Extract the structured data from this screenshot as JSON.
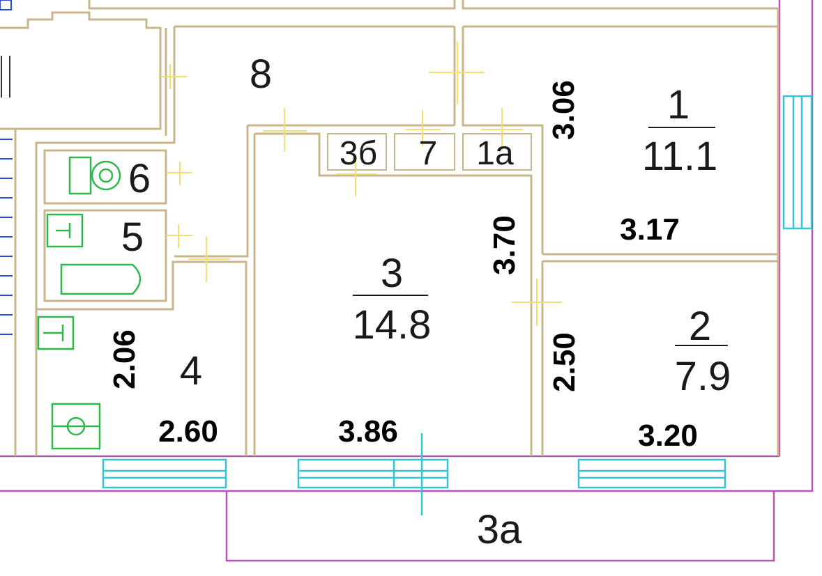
{
  "rooms": {
    "r1": {
      "number": "1",
      "area": "11.1"
    },
    "r2": {
      "number": "2",
      "area": "7.9"
    },
    "r3": {
      "number": "3",
      "area": "14.8"
    },
    "r3a": {
      "number": "3a"
    },
    "r3b": {
      "number": "3б"
    },
    "r4": {
      "number": "4"
    },
    "r5": {
      "number": "5"
    },
    "r6": {
      "number": "6"
    },
    "r7": {
      "number": "7"
    },
    "r8": {
      "number": "8"
    },
    "r1a": {
      "number": "1a"
    }
  },
  "dimensions": {
    "d306": "3.06",
    "d317": "3.17",
    "d370": "3.70",
    "d250": "2.50",
    "d206": "2.06",
    "d260": "2.60",
    "d386": "3.86",
    "d320": "3.20"
  },
  "colors": {
    "walls": "#c9b48c",
    "outline": "#b455b4",
    "windows": "#35c4d4",
    "fixtures": "#2fb84a"
  }
}
